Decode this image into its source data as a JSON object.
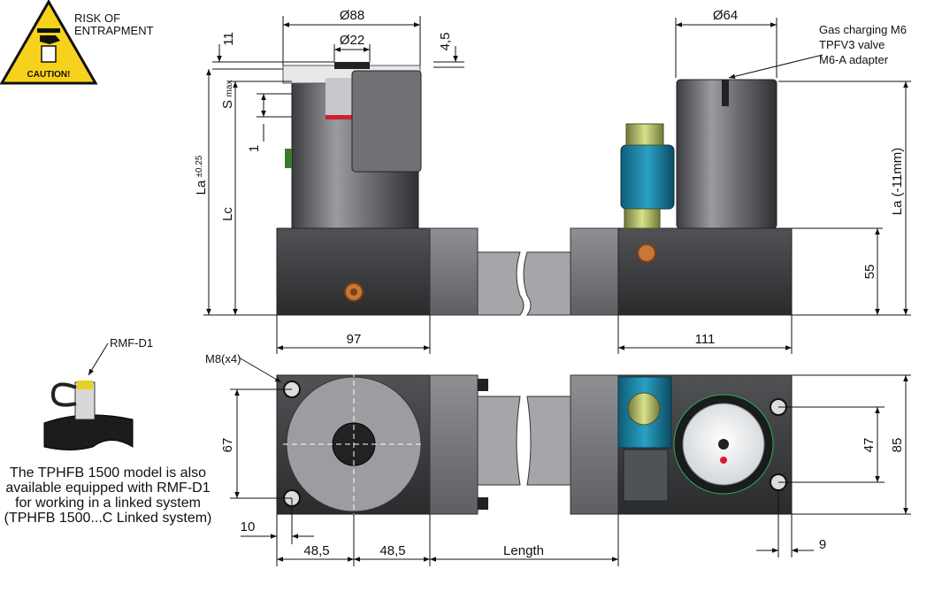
{
  "warning": {
    "title_line1": "RISK OF",
    "title_line2": "ENTRAPMENT",
    "caution": "CAUTION!",
    "colors": {
      "fill": "#f7d21c",
      "border": "#111111"
    }
  },
  "side_view": {
    "d88": "Ø88",
    "d22": "Ø22",
    "d64": "Ø64",
    "dim_11": "11",
    "dim_4_5": "4,5",
    "smax": "S",
    "smax_sub": "max",
    "dim_1": "1",
    "la": "La",
    "la_tol": "±0.25",
    "lc": "Lc",
    "la_minus": "La (-11mm)",
    "dim_55": "55",
    "dim_97": "97",
    "dim_111": "111",
    "gas_note_1": "Gas charging M6",
    "gas_note_2": "TPFV3 valve",
    "gas_note_3": "M6-A adapter"
  },
  "top_view": {
    "m8": "M8(x4)",
    "dim_67": "67",
    "dim_10": "10",
    "dim_48_5_a": "48,5",
    "dim_48_5_b": "48,5",
    "length": "Length",
    "dim_47": "47",
    "dim_85": "85",
    "dim_9": "9"
  },
  "accessory": {
    "label": "RMF-D1",
    "caption_1": "The TPHFB 1500 model is also",
    "caption_2": "available equipped with RMF-D1",
    "caption_3": "for working in a linked system",
    "caption_4": "(TPHFB 1500...C Linked system)"
  }
}
